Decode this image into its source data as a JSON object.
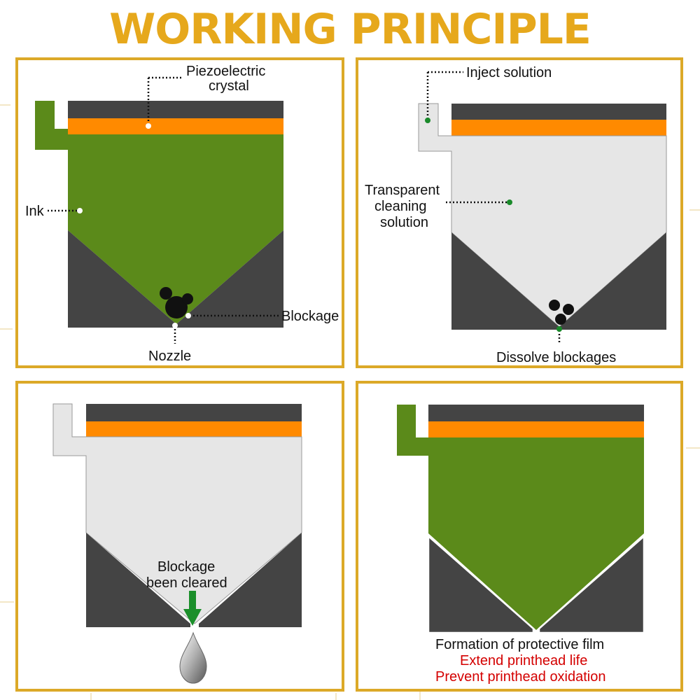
{
  "title": "WORKING PRINCIPLE",
  "colors": {
    "frame": "#dca928",
    "title": "#e6a81c",
    "body": "#444444",
    "crystal": "#ff8a00",
    "ink": "#5b8a1a",
    "cleaning_solution": "#e6e6e6",
    "marker_green": "#1a8a2a",
    "arrow": "#1b8f2a",
    "highlight_text": "#d40000"
  },
  "panels": [
    {
      "id": "ink-loaded",
      "labels": {
        "piezo_line1": "Piezoelectric",
        "piezo_line2": "crystal",
        "ink": "Ink",
        "blockage": "Blockage",
        "nozzle": "Nozzle"
      }
    },
    {
      "id": "inject-cleaning",
      "labels": {
        "inject": "Inject solution",
        "clean_line1": "Transparent",
        "clean_line2": "cleaning",
        "clean_line3": "solution",
        "dissolve": "Dissolve blockages"
      }
    },
    {
      "id": "blockage-cleared",
      "labels": {
        "cleared_line1": "Blockage",
        "cleared_line2": "been cleared"
      },
      "icons": [
        "down-arrow-icon",
        "droplet-icon"
      ]
    },
    {
      "id": "protective-film",
      "labels": {
        "film": "Formation of protective film",
        "life": "Extend printhead life",
        "oxidation": "Prevent printhead oxidation"
      }
    }
  ]
}
